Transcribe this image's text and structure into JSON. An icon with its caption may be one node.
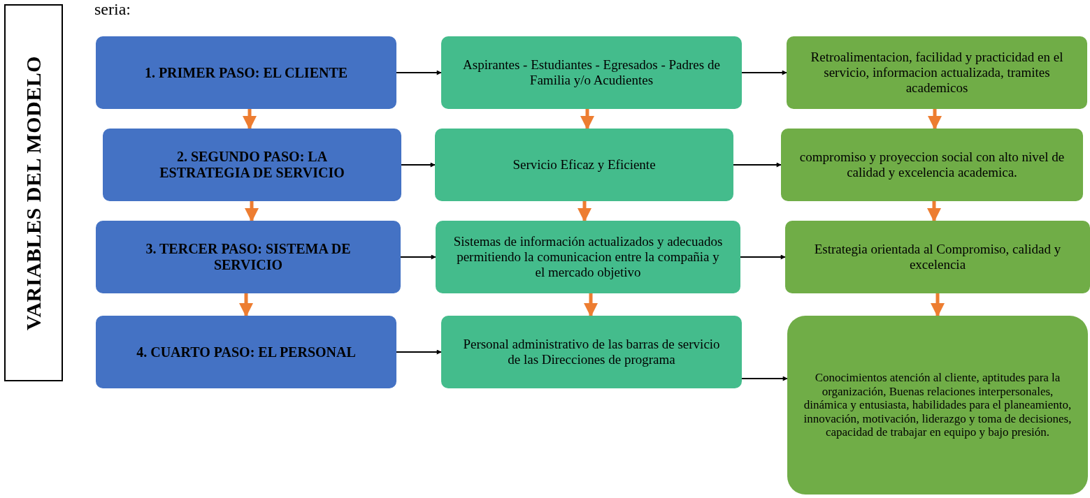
{
  "diagram": {
    "nodes": [
      {
        "text": [
          "VARIABLES DEL MODELO"
        ]
      },
      {
        "text": [
          "1. PRIMER PASO: EL CLIENTE"
        ]
      },
      {
        "text": [
          "2. SEGUNDO PASO: LA ESTRATEGIA DE SERVICIO"
        ]
      },
      {
        "text": [
          "3. TERCER PASO: SISTEMA DE SERVICIO"
        ]
      },
      {
        "text": [
          "4. CUARTO PASO: EL PERSONAL"
        ]
      },
      {
        "text": [
          "Aspirantes - Estudiantes - Egresados - Padres de Familia y/o Acudientes"
        ]
      },
      {
        "text": [
          "Servicio Eficaz y Eficiente"
        ]
      },
      {
        "text": [
          "Sistemas de información actualizados y adecuados permitiendo la comunicacion entre la compañia y el mercado objetivo"
        ]
      },
      {
        "text": [
          "Personal administrativo de las barras de servicio de las Direcciones de programa"
        ]
      },
      {
        "text": [
          "Retroalimentacion, facilidad y practicidad en el servicio, informacion actualizada, tramites academicos"
        ]
      },
      {
        "text": [
          "compromiso y proyeccion social con alto nivel de calidad y excelencia academica."
        ]
      },
      {
        "text": [
          "Estrategia orientada al Compromiso, calidad y excelencia"
        ]
      },
      {
        "text": [
          "Conocimientos atención al cliente, aptitudes para la organización, Buenas relaciones interpersonales, dinámica y entusiasta, habilidades para el planeamiento, innovación, motivación, liderazgo y toma de decisiones, capacidad de trabajar en equipo y bajo presión."
        ]
      }
    ],
    "edges": [
      {
        "from": 1,
        "to": 5,
        "arrow": "to",
        "color": "#000000"
      },
      {
        "from": 5,
        "to": 9,
        "arrow": "to",
        "color": "#000000"
      },
      {
        "from": 1,
        "to": 2,
        "arrow": "to"
      },
      {
        "from": 5,
        "to": 6,
        "arrow": "to"
      },
      {
        "from": 9,
        "to": 10,
        "arrow": "to"
      },
      {
        "from": 2,
        "to": 6,
        "arrow": "to",
        "color": "#000000"
      },
      {
        "from": 6,
        "to": 10,
        "arrow": "to",
        "color": "#000000"
      },
      {
        "from": 2,
        "to": 3,
        "arrow": "to"
      },
      {
        "from": 6,
        "to": 7,
        "arrow": "to"
      },
      {
        "from": 10,
        "to": 11,
        "arrow": "to"
      },
      {
        "from": 3,
        "to": 7,
        "arrow": "to",
        "color": "#000000"
      },
      {
        "from": 7,
        "to": 11,
        "arrow": "to",
        "color": "#000000"
      },
      {
        "from": 3,
        "to": 4,
        "arrow": "to"
      },
      {
        "from": 7,
        "to": 8,
        "arrow": "to"
      },
      {
        "from": 11,
        "to": 12,
        "arrow": "to"
      },
      {
        "from": 4,
        "to": 8,
        "arrow": "to",
        "color": "#000000"
      },
      {
        "from": 8,
        "to": 12,
        "arrow": "to",
        "color": "#000000"
      }
    ],
    "labels": [
      "seria:"
    ]
  }
}
